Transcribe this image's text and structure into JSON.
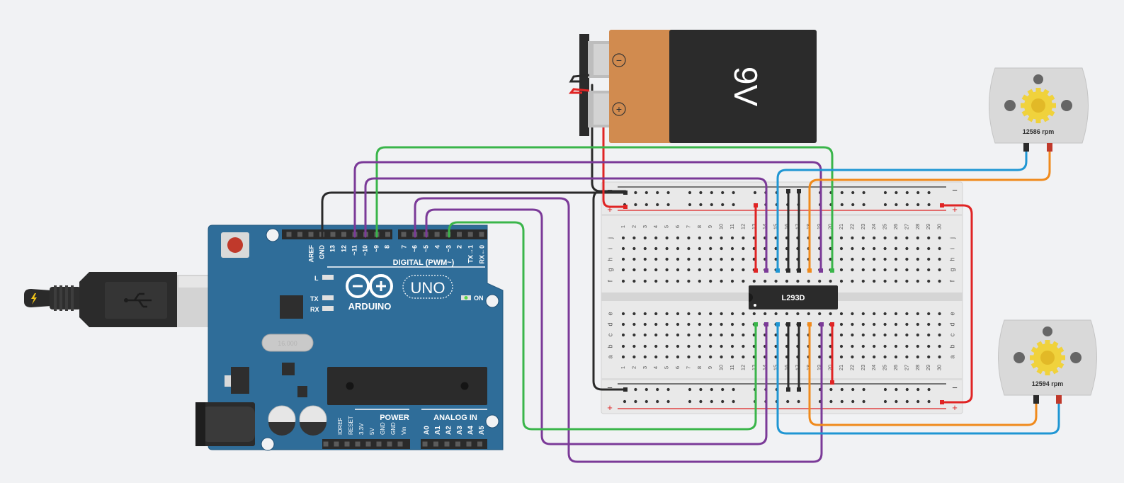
{
  "colors": {
    "background": "#f1f2f4",
    "arduino_board": "#2f6d99",
    "breadboard": "#e9e9e9",
    "battery_body": "#2b2b2b",
    "battery_label": "#d18b4f",
    "wire_black": "#2a2a2a",
    "wire_red": "#e02424",
    "wire_green": "#3ab54a",
    "wire_purple": "#7b3a98",
    "wire_blue": "#1f96d3",
    "wire_orange": "#f08a1c",
    "chip": "#2b2b2b",
    "motor": "#d9d9d9",
    "gear": "#f0d23c"
  },
  "arduino": {
    "logo_text": "ARDUINO",
    "model": "UNO",
    "on_label": "ON",
    "led_l": "L",
    "led_tx": "TX",
    "led_rx": "RX",
    "crystal_text": "16.000",
    "digital_label": "DIGITAL (PWM~)",
    "power_label": "POWER",
    "analog_label": "ANALOG IN",
    "digital_pins": [
      "AREF",
      "GND",
      "13",
      "12",
      "~11",
      "~10",
      "~9",
      "8",
      "7",
      "~6",
      "~5",
      "4",
      "~3",
      "2",
      "TX→1",
      "RX←0"
    ],
    "power_pins": [
      "IOREF",
      "RESET",
      "3.3V",
      "5V",
      "GND",
      "GND",
      "Vin"
    ],
    "analog_pins": [
      "A0",
      "A1",
      "A2",
      "A3",
      "A4",
      "A5"
    ]
  },
  "battery": {
    "label": "9V",
    "minus_symbol": "−",
    "plus_symbol": "+"
  },
  "breadboard": {
    "chip_label": "L293D",
    "rail_minus": "−",
    "rail_plus": "+",
    "row_letters_top": [
      "j",
      "i",
      "h",
      "g",
      "f"
    ],
    "row_letters_bottom": [
      "e",
      "d",
      "c",
      "b",
      "a"
    ],
    "columns": [
      "1",
      "2",
      "3",
      "4",
      "5",
      "6",
      "7",
      "8",
      "9",
      "10",
      "11",
      "12",
      "13",
      "14",
      "15",
      "16",
      "17",
      "18",
      "19",
      "20",
      "21",
      "22",
      "23",
      "24",
      "25",
      "26",
      "27",
      "28",
      "29",
      "30"
    ]
  },
  "motors": [
    {
      "rpm": "12586 rpm"
    },
    {
      "rpm": "12594 rpm"
    }
  ]
}
